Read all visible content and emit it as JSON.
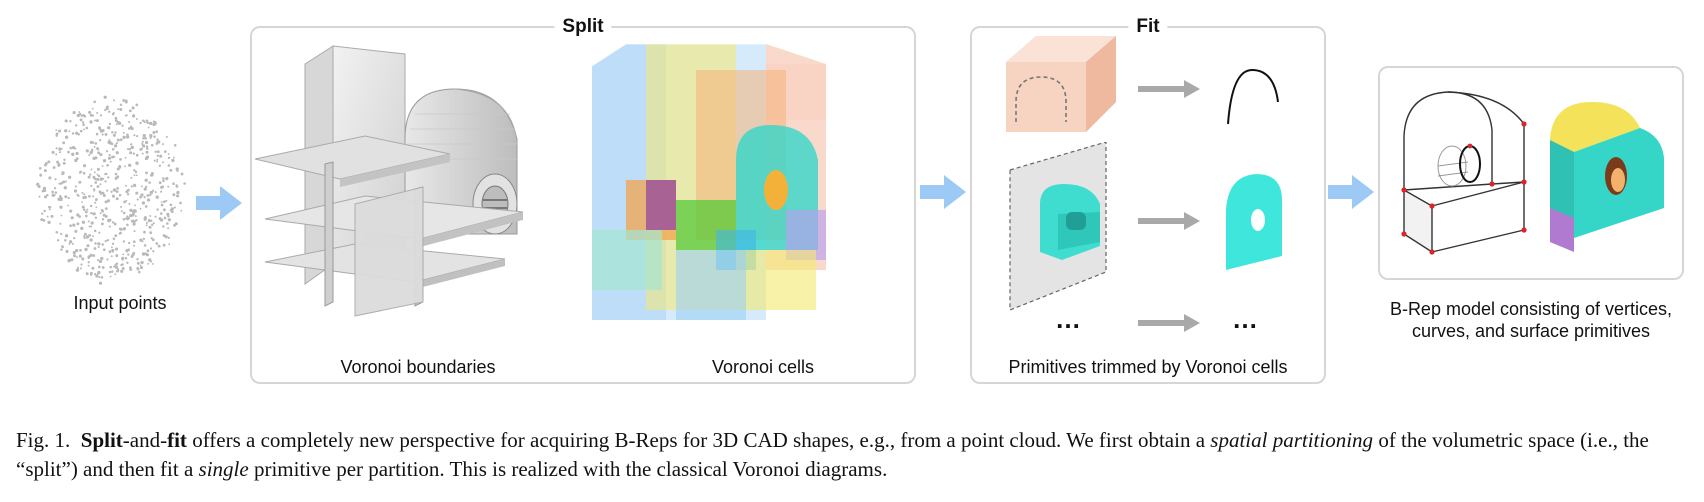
{
  "figure": {
    "input_label": "Input points",
    "split_panel": {
      "title": "Split",
      "boundaries_label": "Voronoi boundaries",
      "cells_label": "Voronoi cells"
    },
    "fit_panel": {
      "title": "Fit",
      "ellipsis_left": "…",
      "ellipsis_right": "…",
      "trim_label": "Primitives trimmed by Voronoi cells"
    },
    "brep_panel": {
      "label_line1": "B-Rep model consisting of vertices,",
      "label_line2": "curves, and surface primitives"
    },
    "colors": {
      "flow_arrow": "#9ccaf5",
      "gray_arrow": "#a9a9a9",
      "panel_border": "#d6d6d6",
      "teal": "#35d6c8",
      "yellow": "#f3e25a",
      "purple": "#b07ad0",
      "vertex_red": "#d9262b"
    }
  },
  "caption": {
    "fig_num": "Fig. 1.",
    "split": "Split",
    "and": "-and-",
    "fit": "fit",
    "part1": " offers a completely new perspective for acquiring B-Reps for 3D CAD shapes, e.g., from a point cloud. We first obtain a ",
    "em1": "spatial partitioning",
    "part2": " of the volumetric space (i.e., the “split”) and then fit a ",
    "em2": "single",
    "part3": " primitive per partition. This is realized with the classical Voronoi diagrams."
  }
}
